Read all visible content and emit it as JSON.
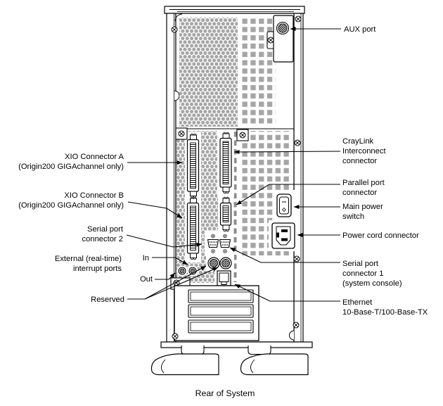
{
  "figure": {
    "caption": "Rear of System"
  },
  "colors": {
    "perforation": "#a5a5a5",
    "line": "#000000",
    "background": "#ffffff"
  },
  "labels": {
    "xio_a": {
      "line1": "XIO Connector A",
      "line2": "(Origin200 GIGAchannel only)"
    },
    "xio_b": {
      "line1": "XIO Connector B",
      "line2": "(Origin200 GIGAchannel only)"
    },
    "serial2": {
      "line1": "Serial port",
      "line2": "connector 2"
    },
    "ext_interrupt": {
      "line1": "External (real-time)",
      "line2": "interrupt ports"
    },
    "in_port": {
      "line1": "In"
    },
    "out_port": {
      "line1": "Out"
    },
    "reserved": {
      "line1": "Reserved"
    },
    "aux": {
      "line1": "AUX port"
    },
    "craylink": {
      "line1": "CrayLink",
      "line2": "Interconnect",
      "line3": "connector"
    },
    "parallel": {
      "line1": "Parallel port",
      "line2": "connector"
    },
    "power_switch": {
      "line1": "Main power",
      "line2": "switch"
    },
    "power_cord": {
      "line1": "Power cord connector"
    },
    "serial1": {
      "line1": "Serial port",
      "line2": "connector 1",
      "line3": "(system console)"
    },
    "ethernet": {
      "line1": "Ethernet",
      "line2": "10-Base-T/100-Base-TX"
    }
  }
}
